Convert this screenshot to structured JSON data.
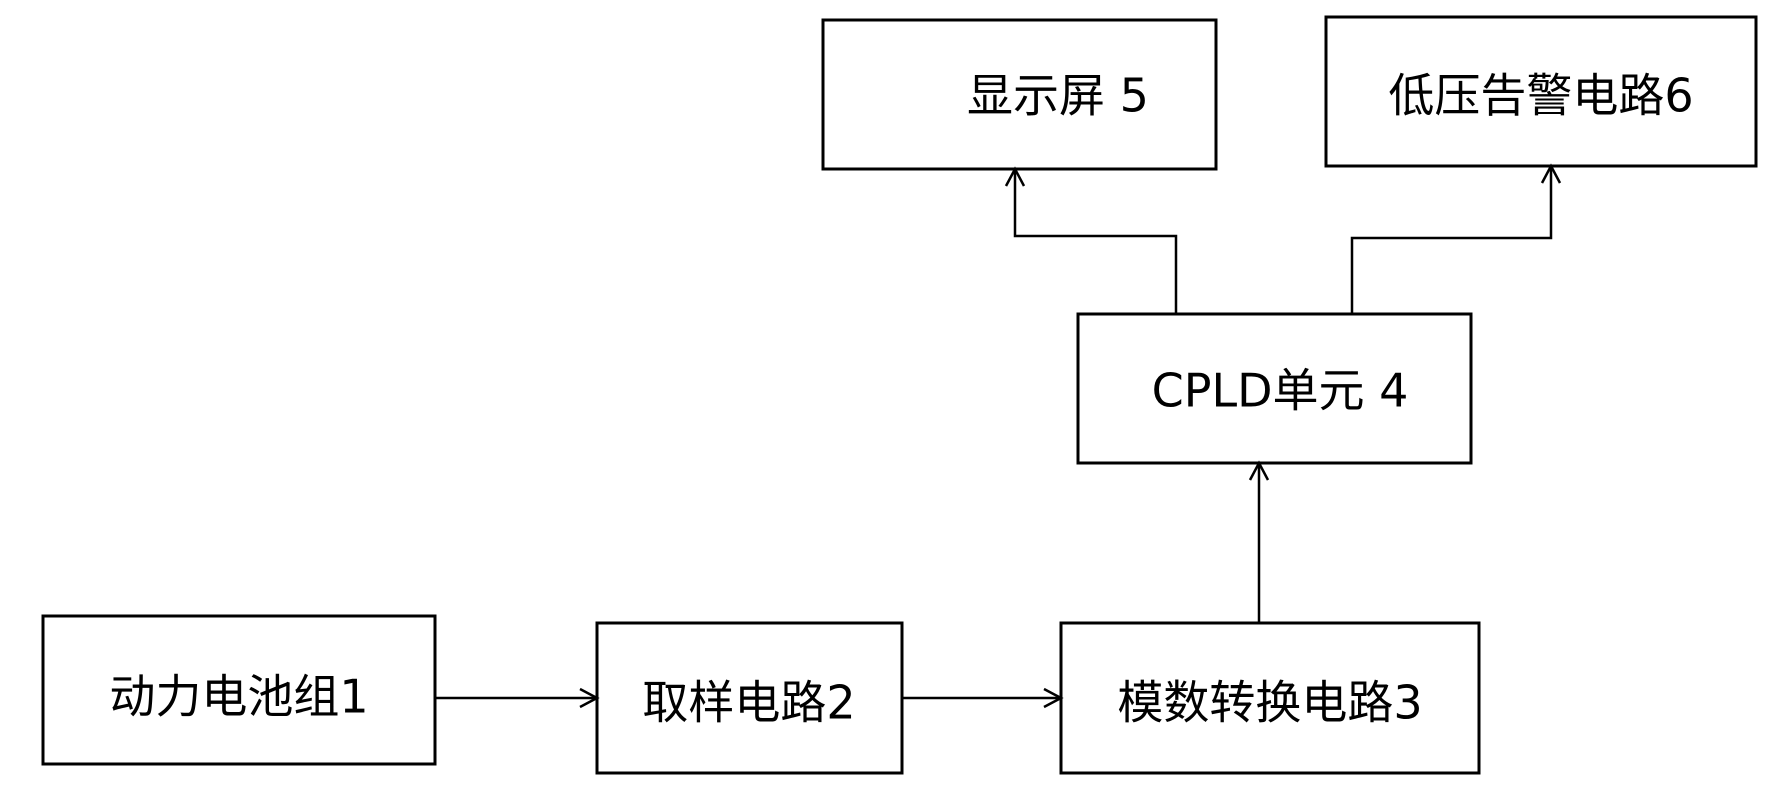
{
  "diagram": {
    "nodes": [
      {
        "id": "battery",
        "label": "动力电池组1"
      },
      {
        "id": "sampling",
        "label": "取样电路2"
      },
      {
        "id": "adc",
        "label": "模数转换电路3"
      },
      {
        "id": "cpld",
        "label": "CPLD单元 4"
      },
      {
        "id": "display",
        "label": "显示屏 5"
      },
      {
        "id": "alarm",
        "label": "低压告警电路6"
      }
    ],
    "edges": [
      {
        "from": "battery",
        "to": "sampling"
      },
      {
        "from": "sampling",
        "to": "adc"
      },
      {
        "from": "adc",
        "to": "cpld"
      },
      {
        "from": "cpld",
        "to": "display"
      },
      {
        "from": "cpld",
        "to": "alarm"
      }
    ]
  }
}
